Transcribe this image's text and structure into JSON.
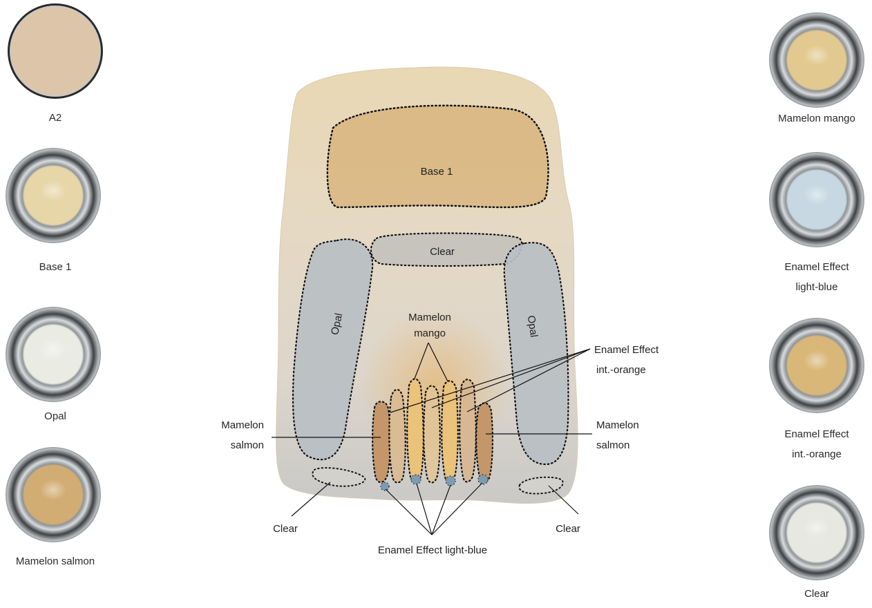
{
  "left_legend": [
    {
      "label": "A2",
      "color": "#dcc5a8",
      "kind": "flat"
    },
    {
      "label": "Base 1",
      "color": "#e7d6a8",
      "kind": "jar"
    },
    {
      "label": "Opal",
      "color": "#eaece4",
      "kind": "jar"
    },
    {
      "label": "Mamelon salmon",
      "color": "#d2ad73",
      "kind": "jar"
    }
  ],
  "right_legend": [
    {
      "label": "Mamelon mango",
      "color": "#e2c98f",
      "kind": "jar"
    },
    {
      "label": [
        "Enamel Effect",
        "light-blue"
      ],
      "color": "#c7d8e2",
      "kind": "jar"
    },
    {
      "label": [
        "Enamel Effect",
        "int.-orange"
      ],
      "color": "#d9b779",
      "kind": "jar"
    },
    {
      "label": "Clear",
      "color": "#e8e8e2",
      "kind": "jar"
    }
  ],
  "tooth_labels": {
    "base1": "Base 1",
    "clear_top": "Clear",
    "opal_left": "Opal",
    "opal_right": "Opal",
    "mamelon_mango": [
      "Mamelon",
      "mango"
    ],
    "enamel_orange": [
      "Enamel Effect",
      "int.-orange"
    ],
    "mamelon_salmon_left": [
      "Mamelon",
      "salmon"
    ],
    "mamelon_salmon_right": [
      "Mamelon",
      "salmon"
    ],
    "clear_left": "Clear",
    "clear_right": "Clear",
    "enamel_blue": "Enamel Effect light-blue"
  },
  "colors": {
    "tooth": "#e3d6bf",
    "base1_fill": "#d8b884",
    "opal_fill": "#b8bec2",
    "clear_fill": "#c9c7bf",
    "salmon_fill": "#c69a6a",
    "mango_fill": "#e9c27e",
    "blue_dot": "#7d9cb2"
  }
}
